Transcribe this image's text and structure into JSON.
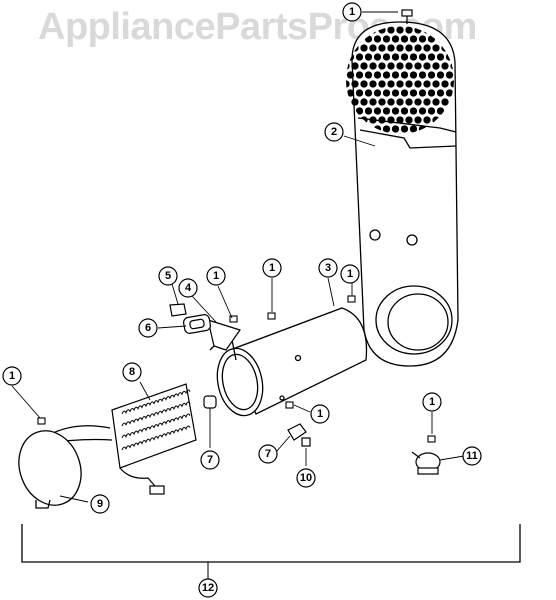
{
  "watermark": "AppliancePartsPros.com",
  "callouts": {
    "c1_top": "1",
    "c2": "2",
    "c3": "3",
    "c1_screw_mid": "1",
    "c1_screw_right": "1",
    "c4": "4",
    "c5": "5",
    "c1_bracket": "1",
    "c6": "6",
    "c1_left": "1",
    "c8": "8",
    "c7_left": "7",
    "c1_bottom": "1",
    "c7_right": "7",
    "c10": "10",
    "c9": "9",
    "c1_far_right": "1",
    "c11": "11",
    "c12": "12"
  }
}
